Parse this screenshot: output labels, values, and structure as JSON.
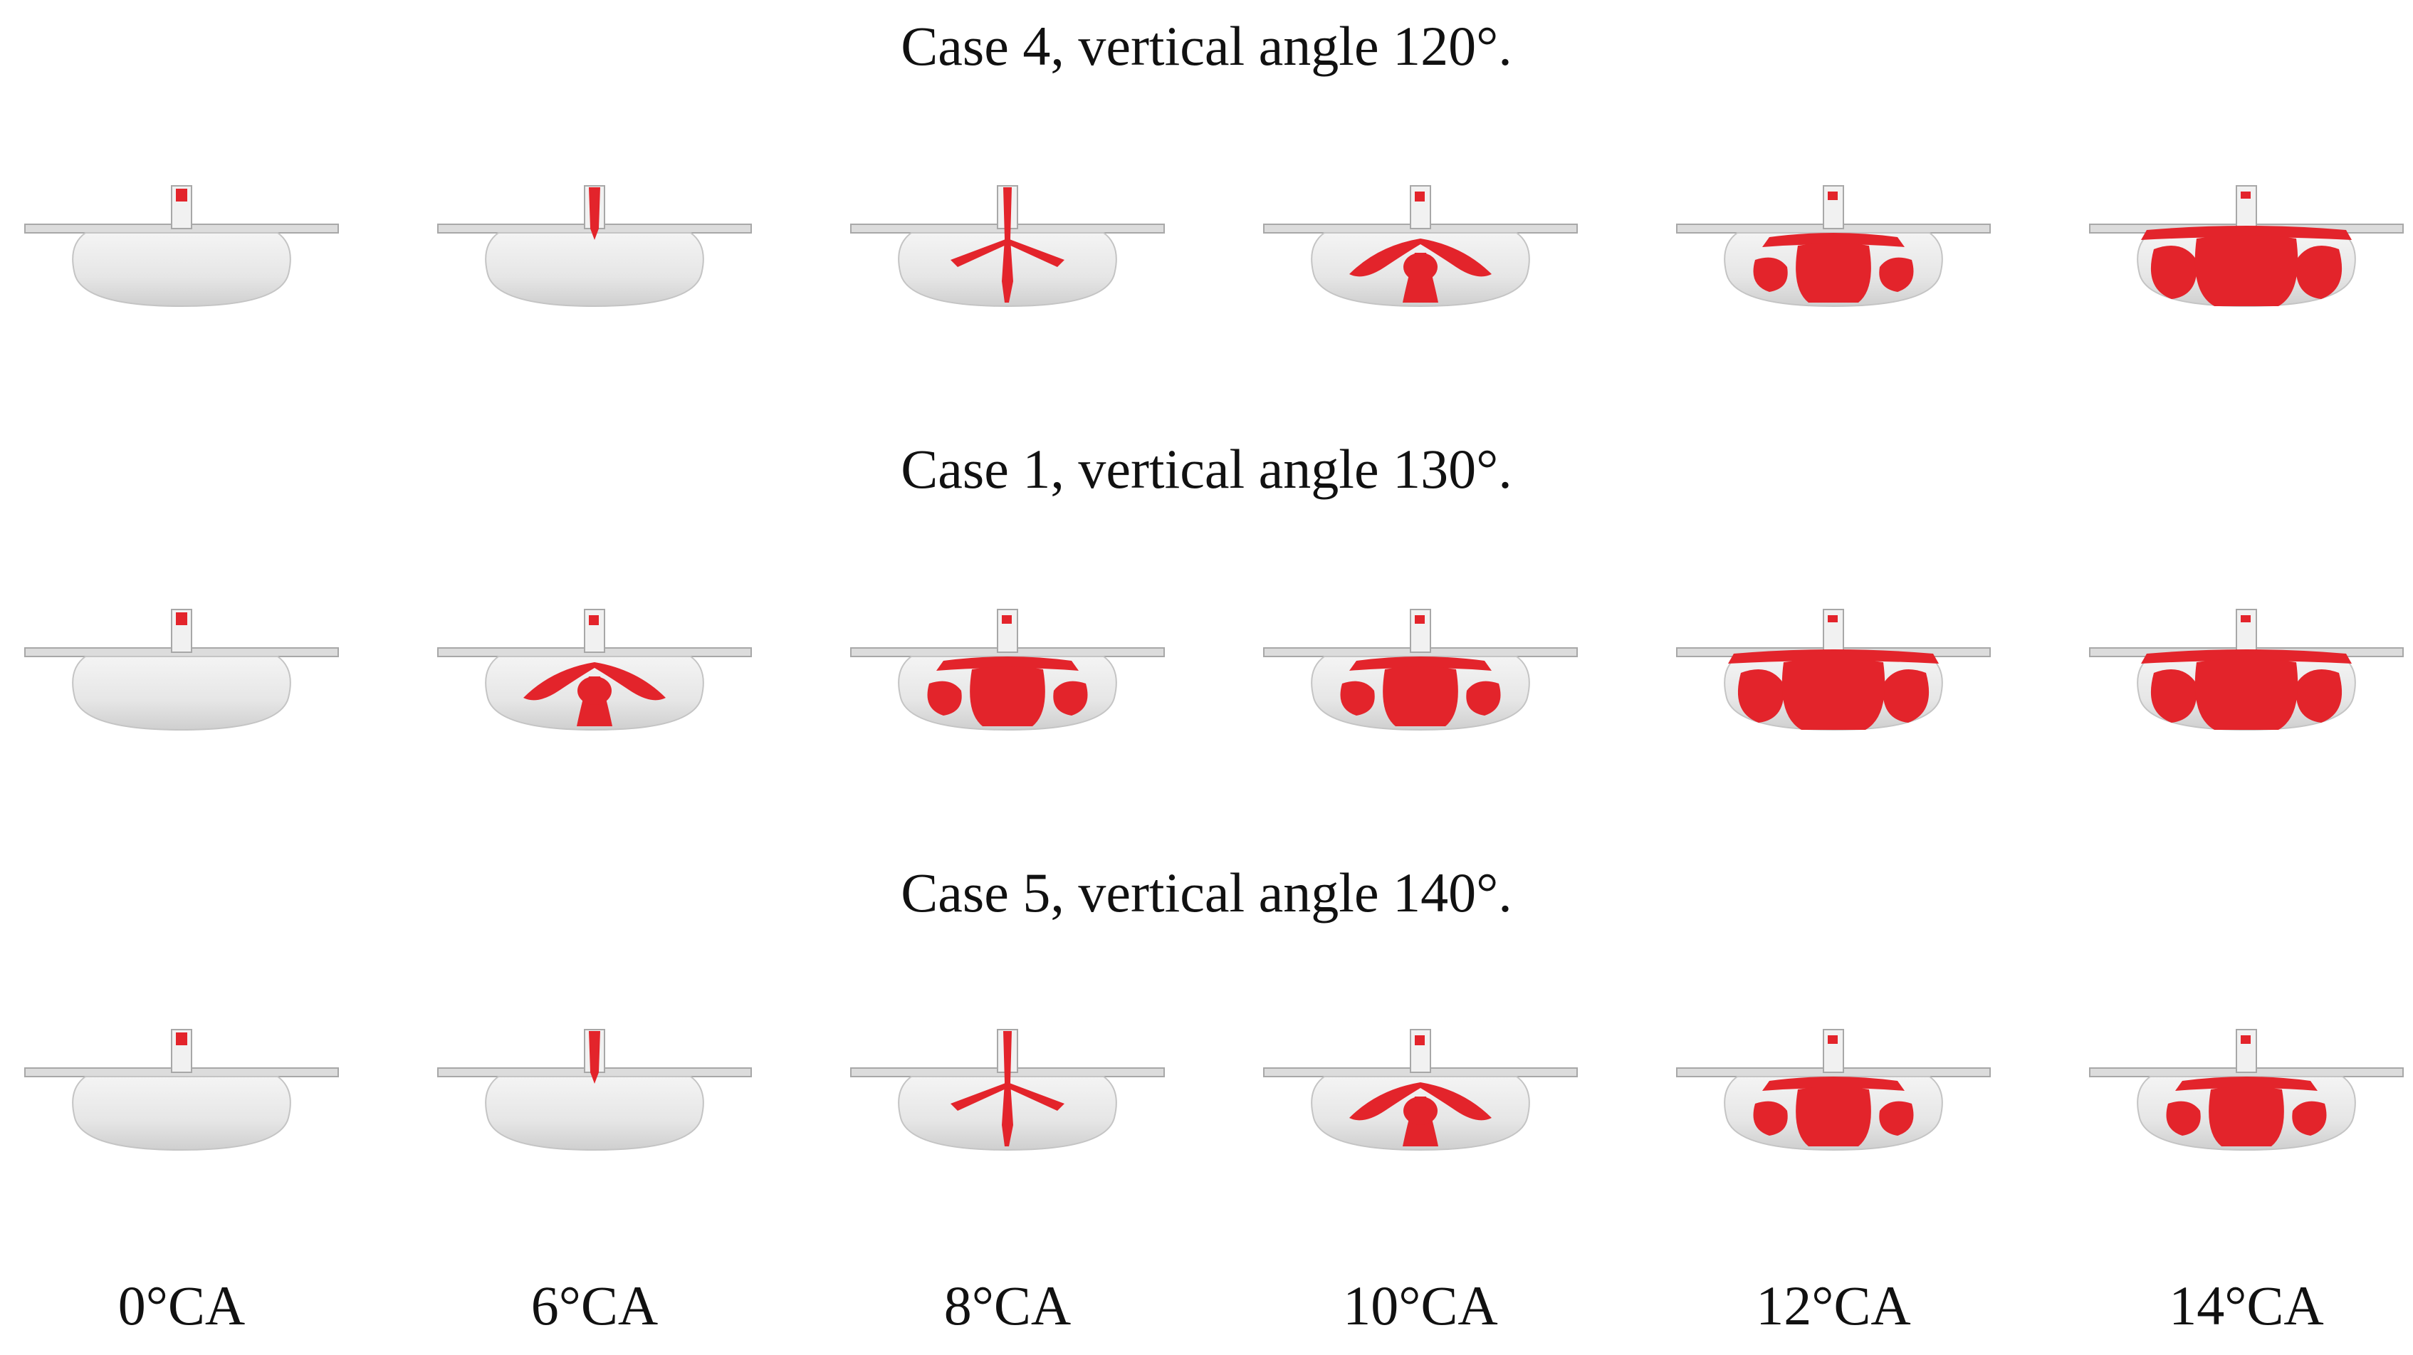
{
  "rows": [
    {
      "title": "Case 4, vertical angle 120°."
    },
    {
      "title": "Case 1, vertical angle 130°."
    },
    {
      "title": "Case 5, vertical angle 140°."
    }
  ],
  "crank_angles": [
    "0°CA",
    "6°CA",
    "8°CA",
    "10°CA",
    "12°CA",
    "14°CA"
  ],
  "colors": {
    "spray": "#e3242b",
    "chamber": "#d9d9d9",
    "chamber_edge": "#a8a8a8"
  }
}
